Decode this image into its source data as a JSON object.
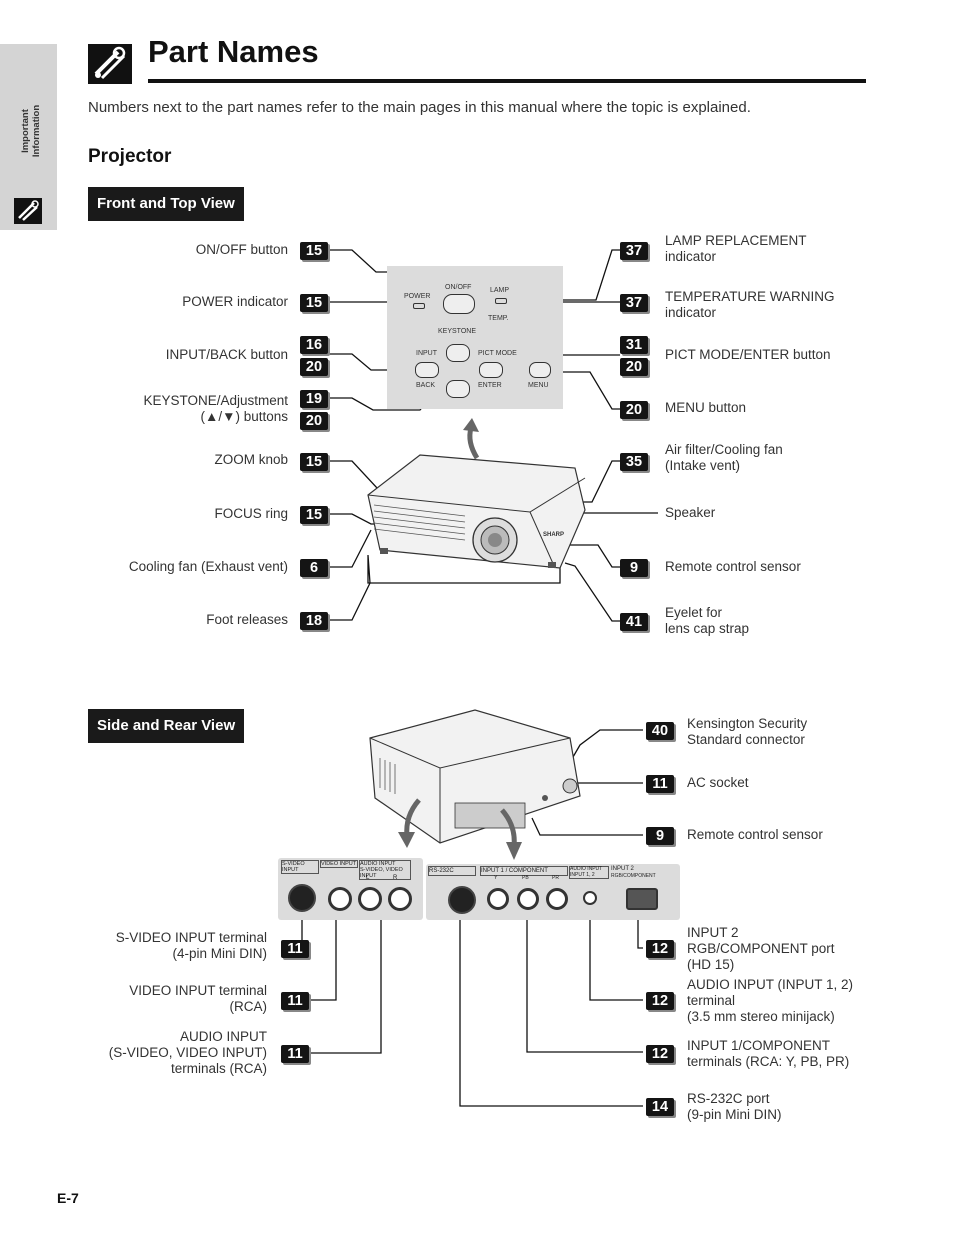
{
  "sidebar": {
    "section": "Important Information"
  },
  "header": {
    "title": "Part Names"
  },
  "intro": "Numbers next to the part names refer to the main pages in this manual where the topic is explained.",
  "section_title": "Projector",
  "front": {
    "heading": "Front and Top View",
    "left": [
      {
        "label": "ON/OFF button",
        "pages": [
          "15"
        ]
      },
      {
        "label": "POWER indicator",
        "pages": [
          "15"
        ]
      },
      {
        "label": "INPUT/BACK button",
        "pages": [
          "16",
          "20"
        ]
      },
      {
        "label1": "KEYSTONE/Adjustment",
        "label2": "(▲/▼) buttons",
        "pages": [
          "19",
          "20"
        ]
      },
      {
        "label": "ZOOM knob",
        "pages": [
          "15"
        ]
      },
      {
        "label": "FOCUS ring",
        "pages": [
          "15"
        ]
      },
      {
        "label": "Cooling fan (Exhaust vent)",
        "pages": [
          "6"
        ]
      },
      {
        "label": "Foot releases",
        "pages": [
          "18"
        ]
      }
    ],
    "right": [
      {
        "label1": "LAMP REPLACEMENT",
        "label2": "indicator",
        "pages": [
          "37"
        ]
      },
      {
        "label1": "TEMPERATURE WARNING",
        "label2": "indicator",
        "pages": [
          "37"
        ]
      },
      {
        "label": "PICT MODE/ENTER button",
        "pages": [
          "31",
          "20"
        ]
      },
      {
        "label": "MENU button",
        "pages": [
          "20"
        ]
      },
      {
        "label1": "Air filter/Cooling fan",
        "label2": "(Intake vent)",
        "pages": [
          "35"
        ]
      },
      {
        "label": "Speaker"
      },
      {
        "label": "Remote control sensor",
        "pages": [
          "9"
        ]
      },
      {
        "label1": "Eyelet for",
        "label2": "lens cap strap",
        "pages": [
          "41"
        ]
      }
    ],
    "panel": {
      "on_off": "ON/OFF",
      "power": "POWER",
      "lamp": "LAMP",
      "temp": "TEMP.",
      "keystone": "KEYSTONE",
      "input": "INPUT",
      "pict_mode": "PICT MODE",
      "back": "BACK",
      "enter": "ENTER",
      "menu": "MENU",
      "brand": "SHARP"
    }
  },
  "rear": {
    "heading": "Side and Rear View",
    "right": [
      {
        "label1": "Kensington Security",
        "label2": "Standard connector",
        "pages": [
          "40"
        ]
      },
      {
        "label": "AC socket",
        "pages": [
          "11"
        ]
      },
      {
        "label": "Remote control sensor",
        "pages": [
          "9"
        ]
      },
      {
        "label1": "INPUT 2",
        "label2": "RGB/COMPONENT port",
        "label3": "(HD 15)",
        "pages": [
          "12"
        ]
      },
      {
        "label1": "AUDIO INPUT (INPUT 1, 2)",
        "label2": "terminal",
        "label3": "(3.5 mm stereo minijack)",
        "pages": [
          "12"
        ]
      },
      {
        "label1": "INPUT 1/COMPONENT",
        "label2": "terminals (RCA: Y, PB, PR)",
        "pages": [
          "12"
        ]
      },
      {
        "label1": "RS-232C port",
        "label2": "(9-pin Mini DIN)",
        "pages": [
          "14"
        ]
      }
    ],
    "left": [
      {
        "label1": "S-VIDEO INPUT terminal",
        "label2": "(4-pin Mini DIN)",
        "pages": [
          "11"
        ]
      },
      {
        "label1": "VIDEO INPUT terminal",
        "label2": "(RCA)",
        "pages": [
          "11"
        ]
      },
      {
        "label1": "AUDIO INPUT",
        "label2": "(S-VIDEO, VIDEO INPUT)",
        "label3": "terminals (RCA)",
        "pages": [
          "11"
        ]
      }
    ],
    "panel": {
      "svideo": "S-VIDEO INPUT",
      "video": "VIDEO INPUT",
      "audio": "AUDIO INPUT",
      "audio_sub": "S-VIDEO, VIDEO INPUT",
      "l": "L",
      "r": "R",
      "rs232c": "RS-232C",
      "input1": "INPUT 1 / COMPONENT",
      "y": "Y",
      "pb": "PB",
      "pr": "PR",
      "audio12": "AUDIO INPUT",
      "audio12_sub": "INPUT 1, 2",
      "input2": "INPUT 2",
      "rgb": "RGB/COMPONENT"
    }
  },
  "footer": {
    "page": "E-7"
  }
}
